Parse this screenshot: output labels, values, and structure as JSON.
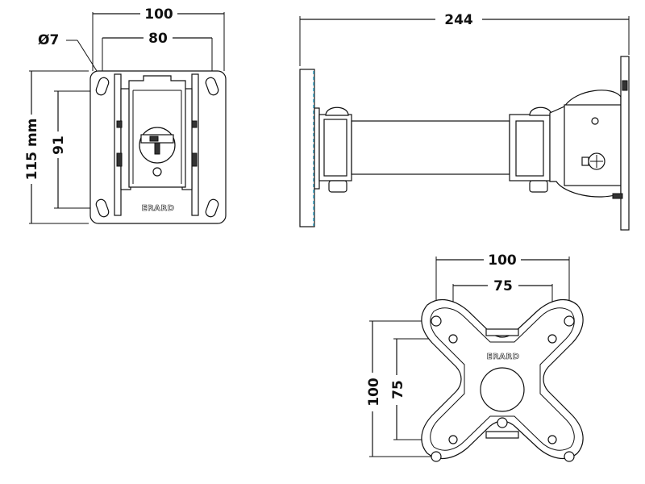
{
  "front_view": {
    "width_outer": "100",
    "width_inner": "80",
    "hole_diameter": "Ø7",
    "height_outer": "115 mm",
    "height_inner": "91",
    "brand": "ERARD"
  },
  "side_view": {
    "depth": "244"
  },
  "vesa_plate": {
    "width_outer": "100",
    "width_inner": "75",
    "height_outer": "100",
    "height_inner": "75",
    "brand": "ERARD"
  }
}
